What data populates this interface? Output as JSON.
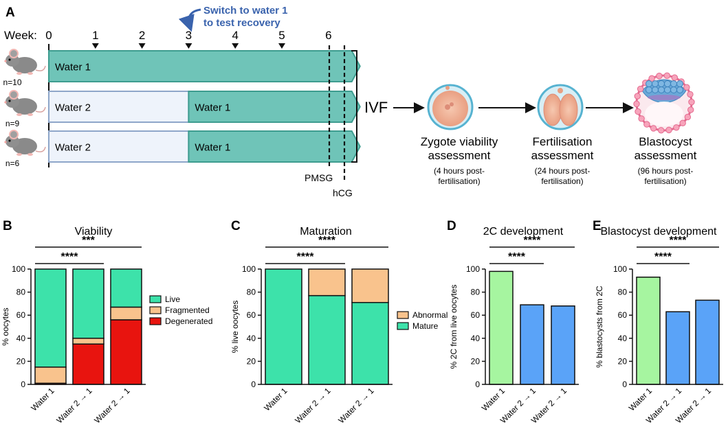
{
  "panel_a": {
    "label": "A",
    "week_label": "Week:",
    "weeks": [
      "0",
      "1",
      "2",
      "3",
      "4",
      "5",
      "6"
    ],
    "arrow_weeks": [
      "1",
      "2",
      "3",
      "4",
      "5"
    ],
    "switch_note": [
      "Switch to water 1",
      "to test recovery"
    ],
    "groups": [
      {
        "n": "n=10",
        "segments": [
          {
            "label": "Water 1",
            "water": 1,
            "from_week": 0,
            "to_week": 6.5
          }
        ]
      },
      {
        "n": "n=9",
        "segments": [
          {
            "label": "Water 2",
            "water": 2,
            "from_week": 0,
            "to_week": 3
          },
          {
            "label": "Water 1",
            "water": 1,
            "from_week": 3,
            "to_week": 6.5
          }
        ]
      },
      {
        "n": "n=6",
        "segments": [
          {
            "label": "Water 2",
            "water": 2,
            "from_week": 0,
            "to_week": 3
          },
          {
            "label": "Water 1",
            "water": 1,
            "from_week": 3,
            "to_week": 6.5
          }
        ]
      }
    ],
    "pmsg": "PMSG",
    "hcg": "hCG",
    "ivf": "IVF",
    "stages": [
      {
        "title": [
          "Zygote viability",
          "assessment"
        ],
        "sub": [
          "(4 hours post-",
          "fertilisation)"
        ]
      },
      {
        "title": [
          "Fertilisation",
          "assessment"
        ],
        "sub": [
          "(24 hours post-",
          "fertilisation)"
        ]
      },
      {
        "title": [
          "Blastocyst",
          "assessment"
        ],
        "sub": [
          "(96 hours post-",
          "fertilisation)"
        ]
      }
    ],
    "colors": {
      "water1": "#6fc4b8",
      "water1_stroke": "#3d9c8f",
      "water2": "#eef3fb",
      "water2_stroke": "#8ea6c9",
      "note": "#3a63ad"
    }
  },
  "chart_data": [
    {
      "panel": "B",
      "type": "bar",
      "stacked": true,
      "title": "Viability",
      "ylabel": "% oocytes",
      "ylim": [
        0,
        100
      ],
      "yticks": [
        0,
        20,
        40,
        60,
        80,
        100
      ],
      "categories": [
        "Water 1",
        "Water 2 → 1",
        "Water 2 → 1"
      ],
      "series": [
        {
          "name": "Degenerated",
          "color": "#e8140f",
          "values": [
            1,
            35,
            56
          ]
        },
        {
          "name": "Fragmented",
          "color": "#f9c38d",
          "values": [
            14,
            5,
            11
          ]
        },
        {
          "name": "Live",
          "color": "#3de2aa",
          "values": [
            85,
            60,
            33
          ]
        }
      ],
      "legend": "right",
      "legend_order": [
        "Live",
        "Fragmented",
        "Degenerated"
      ],
      "significance": [
        {
          "from": 0,
          "to": 1,
          "label": "****"
        },
        {
          "from": 0,
          "to": 2,
          "label": "***"
        }
      ]
    },
    {
      "panel": "C",
      "type": "bar",
      "stacked": true,
      "title": "Maturation",
      "ylabel": "% live oocytes",
      "ylim": [
        0,
        100
      ],
      "yticks": [
        0,
        20,
        40,
        60,
        80,
        100
      ],
      "categories": [
        "Water 1",
        "Water 2 → 1",
        "Water 2 → 1"
      ],
      "series": [
        {
          "name": "Mature",
          "color": "#3de2aa",
          "values": [
            100,
            77,
            71
          ]
        },
        {
          "name": "Abnormal",
          "color": "#f9c38d",
          "values": [
            0,
            23,
            29
          ]
        }
      ],
      "legend": "right",
      "legend_order": [
        "Abnormal",
        "Mature"
      ],
      "significance": [
        {
          "from": 0,
          "to": 1,
          "label": "****"
        },
        {
          "from": 0,
          "to": 2,
          "label": "****"
        }
      ]
    },
    {
      "panel": "D",
      "type": "bar",
      "stacked": false,
      "title": "2C development",
      "ylabel": "% 2C from live oocytes",
      "ylim": [
        0,
        100
      ],
      "yticks": [
        0,
        20,
        40,
        60,
        80,
        100
      ],
      "categories": [
        "Water 1",
        "Water 2 → 1",
        "Water 2 → 1"
      ],
      "values": [
        98,
        69,
        68
      ],
      "colors": [
        "#a6f5a0",
        "#5aa3f8",
        "#5aa3f8"
      ],
      "significance": [
        {
          "from": 0,
          "to": 1,
          "label": "****"
        },
        {
          "from": 0,
          "to": 2,
          "label": "****"
        }
      ]
    },
    {
      "panel": "E",
      "type": "bar",
      "stacked": false,
      "title": "Blastocyst development",
      "ylabel": "% blastocysts from 2C",
      "ylim": [
        0,
        100
      ],
      "yticks": [
        0,
        20,
        40,
        60,
        80,
        100
      ],
      "categories": [
        "Water 1",
        "Water 2 → 1",
        "Water 2 → 1"
      ],
      "values": [
        93,
        63,
        73
      ],
      "colors": [
        "#a6f5a0",
        "#5aa3f8",
        "#5aa3f8"
      ],
      "significance": [
        {
          "from": 0,
          "to": 1,
          "label": "****"
        },
        {
          "from": 0,
          "to": 2,
          "label": "****"
        }
      ]
    }
  ]
}
